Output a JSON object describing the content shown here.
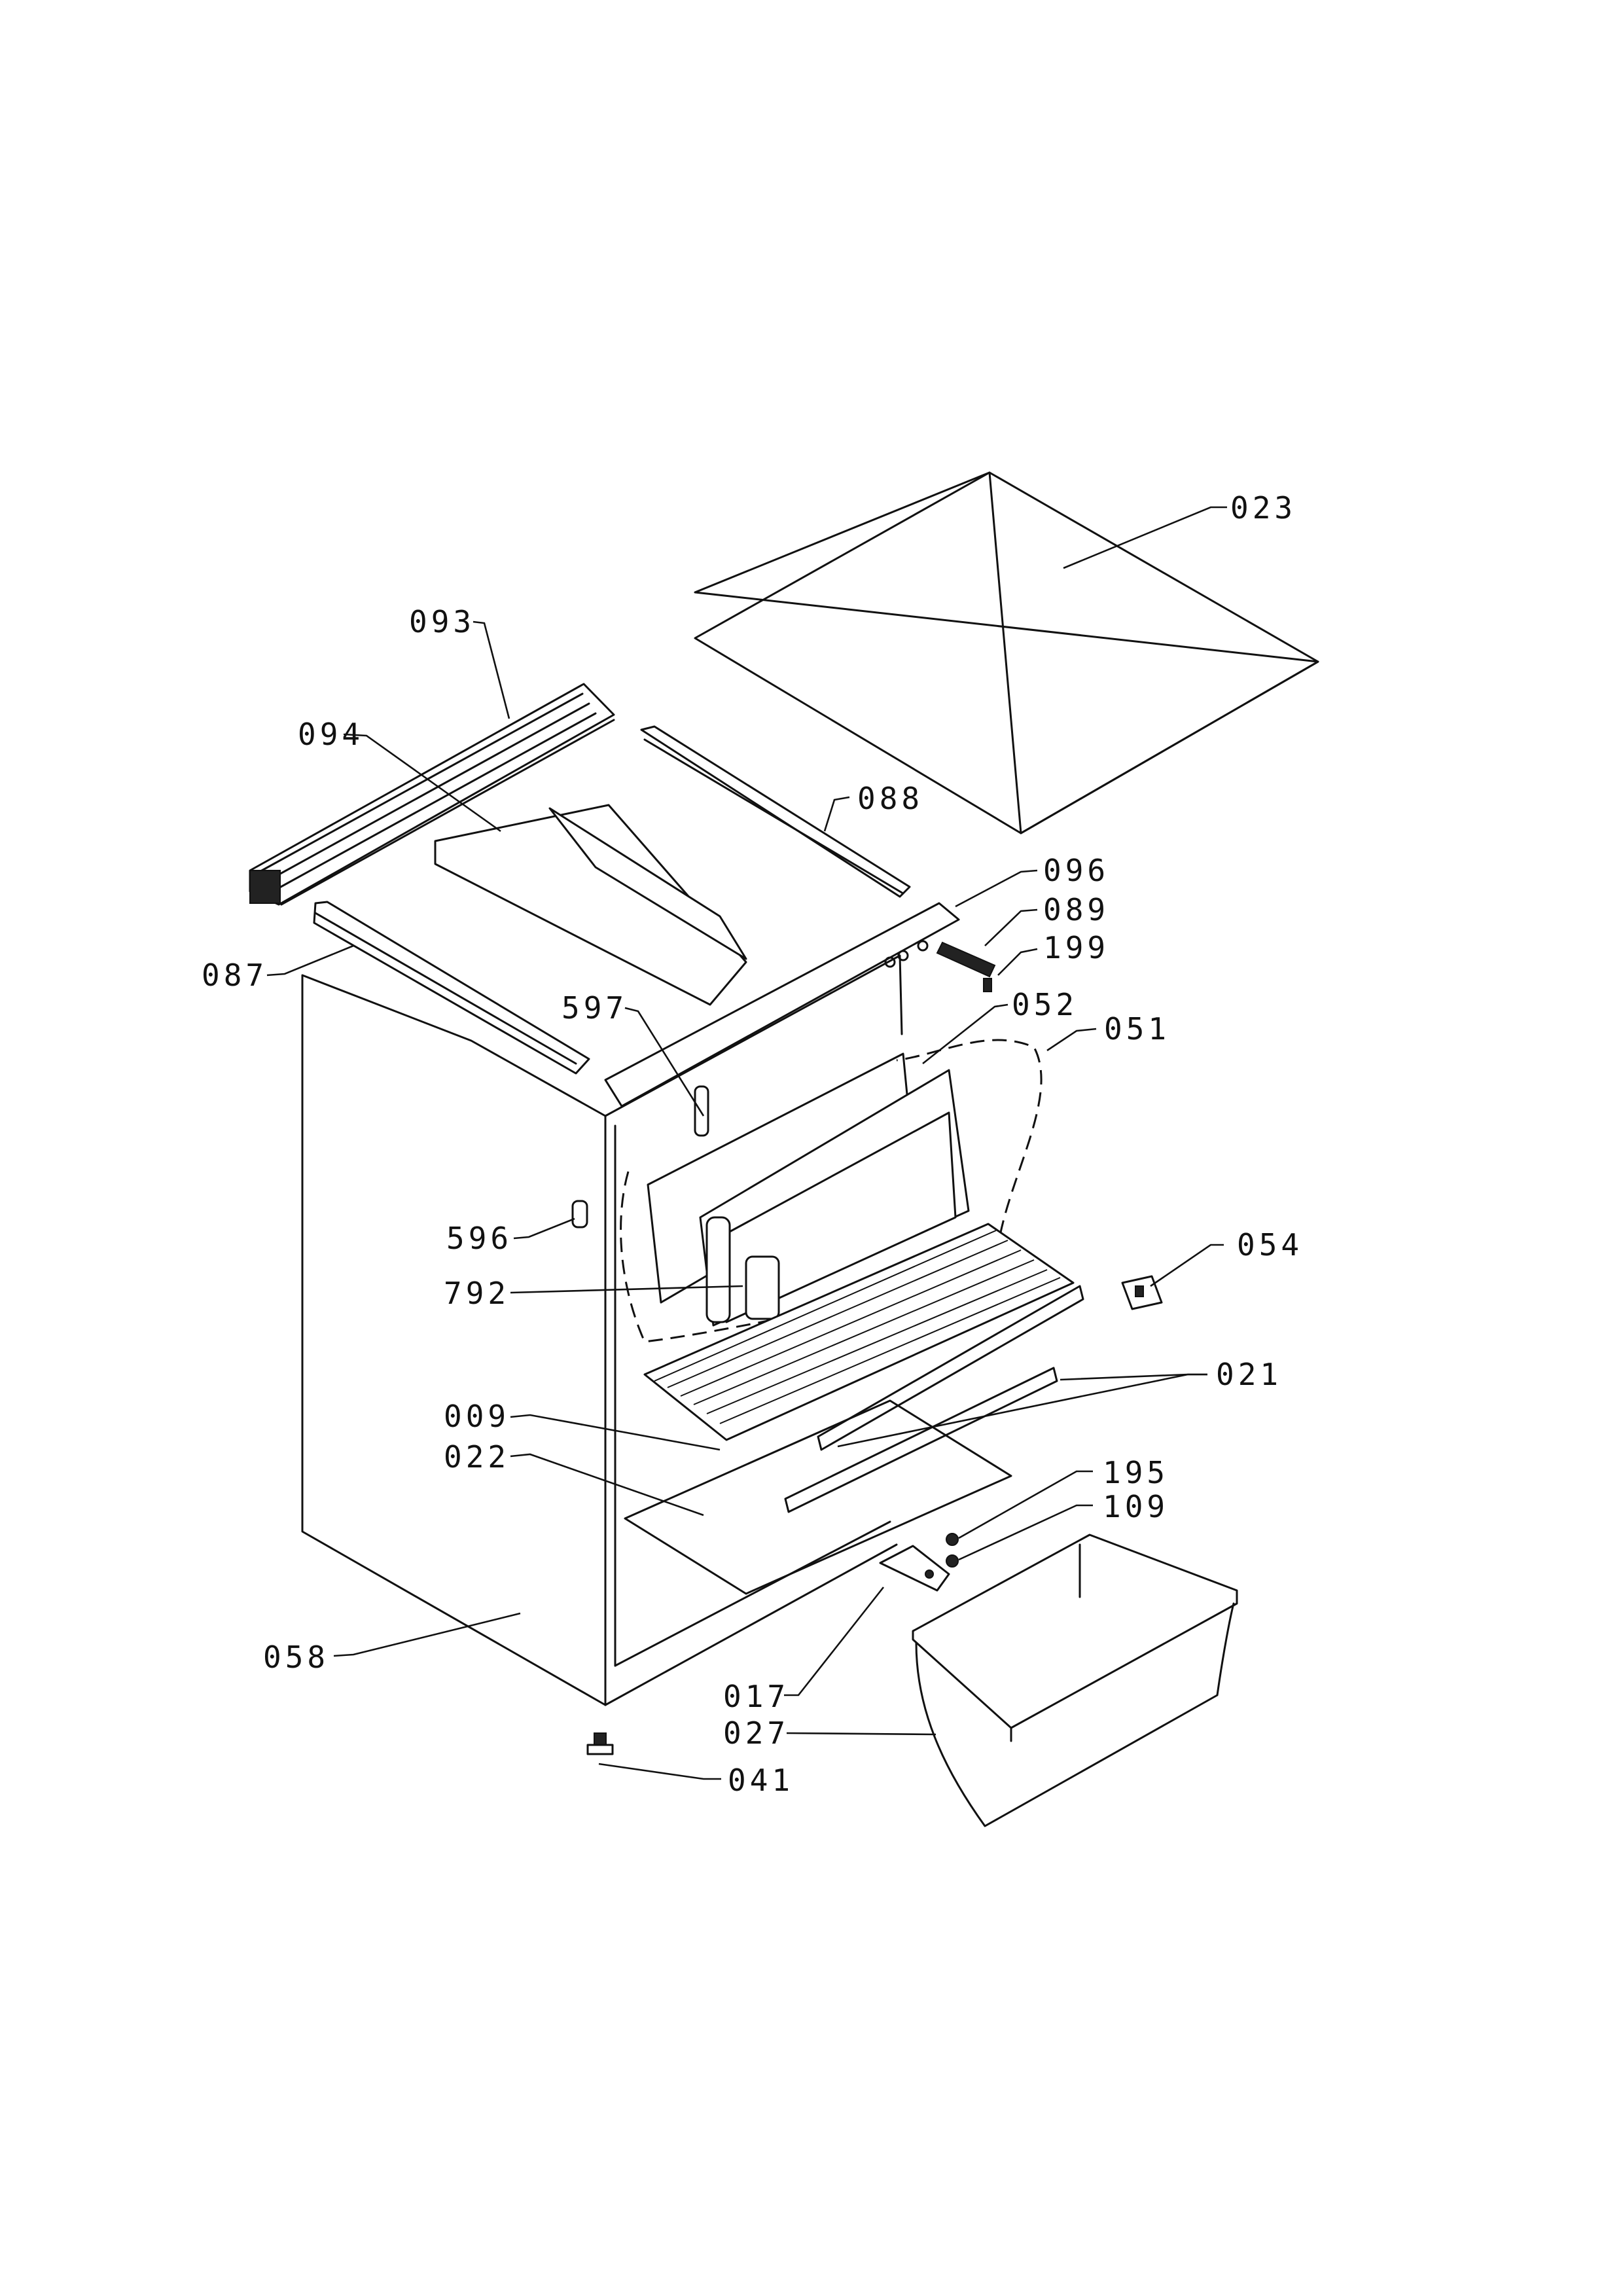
{
  "diagram": {
    "labels": {
      "p023": "023",
      "p093": "093",
      "p094": "094",
      "p088": "088",
      "p096": "096",
      "p089": "089",
      "p199": "199",
      "p087": "087",
      "p597": "597",
      "p052": "052",
      "p051": "051",
      "p596": "596",
      "p054": "054",
      "p792": "792",
      "p021": "021",
      "p009": "009",
      "p022": "022",
      "p195": "195",
      "p109": "109",
      "p058": "058",
      "p017": "017",
      "p027": "027",
      "p041": "041"
    }
  }
}
